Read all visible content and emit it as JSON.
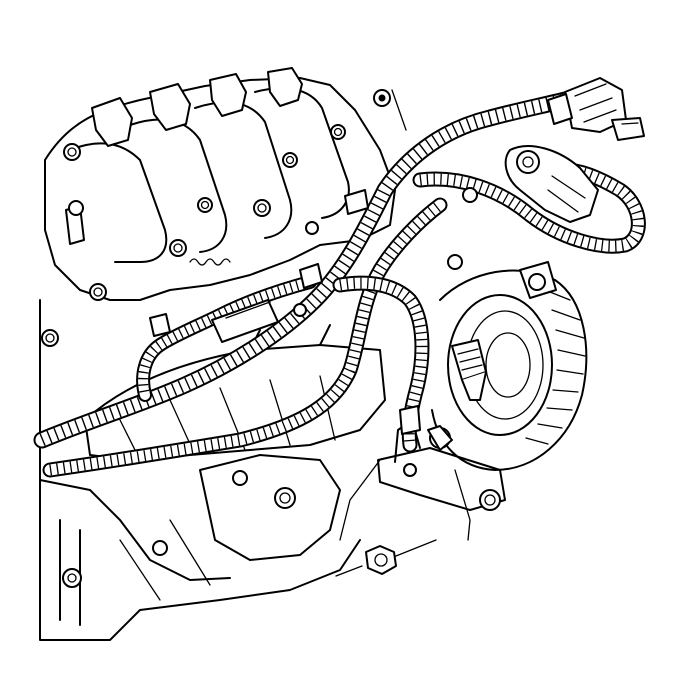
{
  "figure": {
    "kind": "line-art technical illustration",
    "subject_parts": [
      "intake-manifold",
      "wiring-harness",
      "harness-connector",
      "sensor",
      "generator",
      "generator-bracket",
      "nut",
      "exhaust-manifold",
      "engine-block"
    ],
    "colors": {
      "ink": "#000000",
      "paper": "#ffffff"
    }
  }
}
